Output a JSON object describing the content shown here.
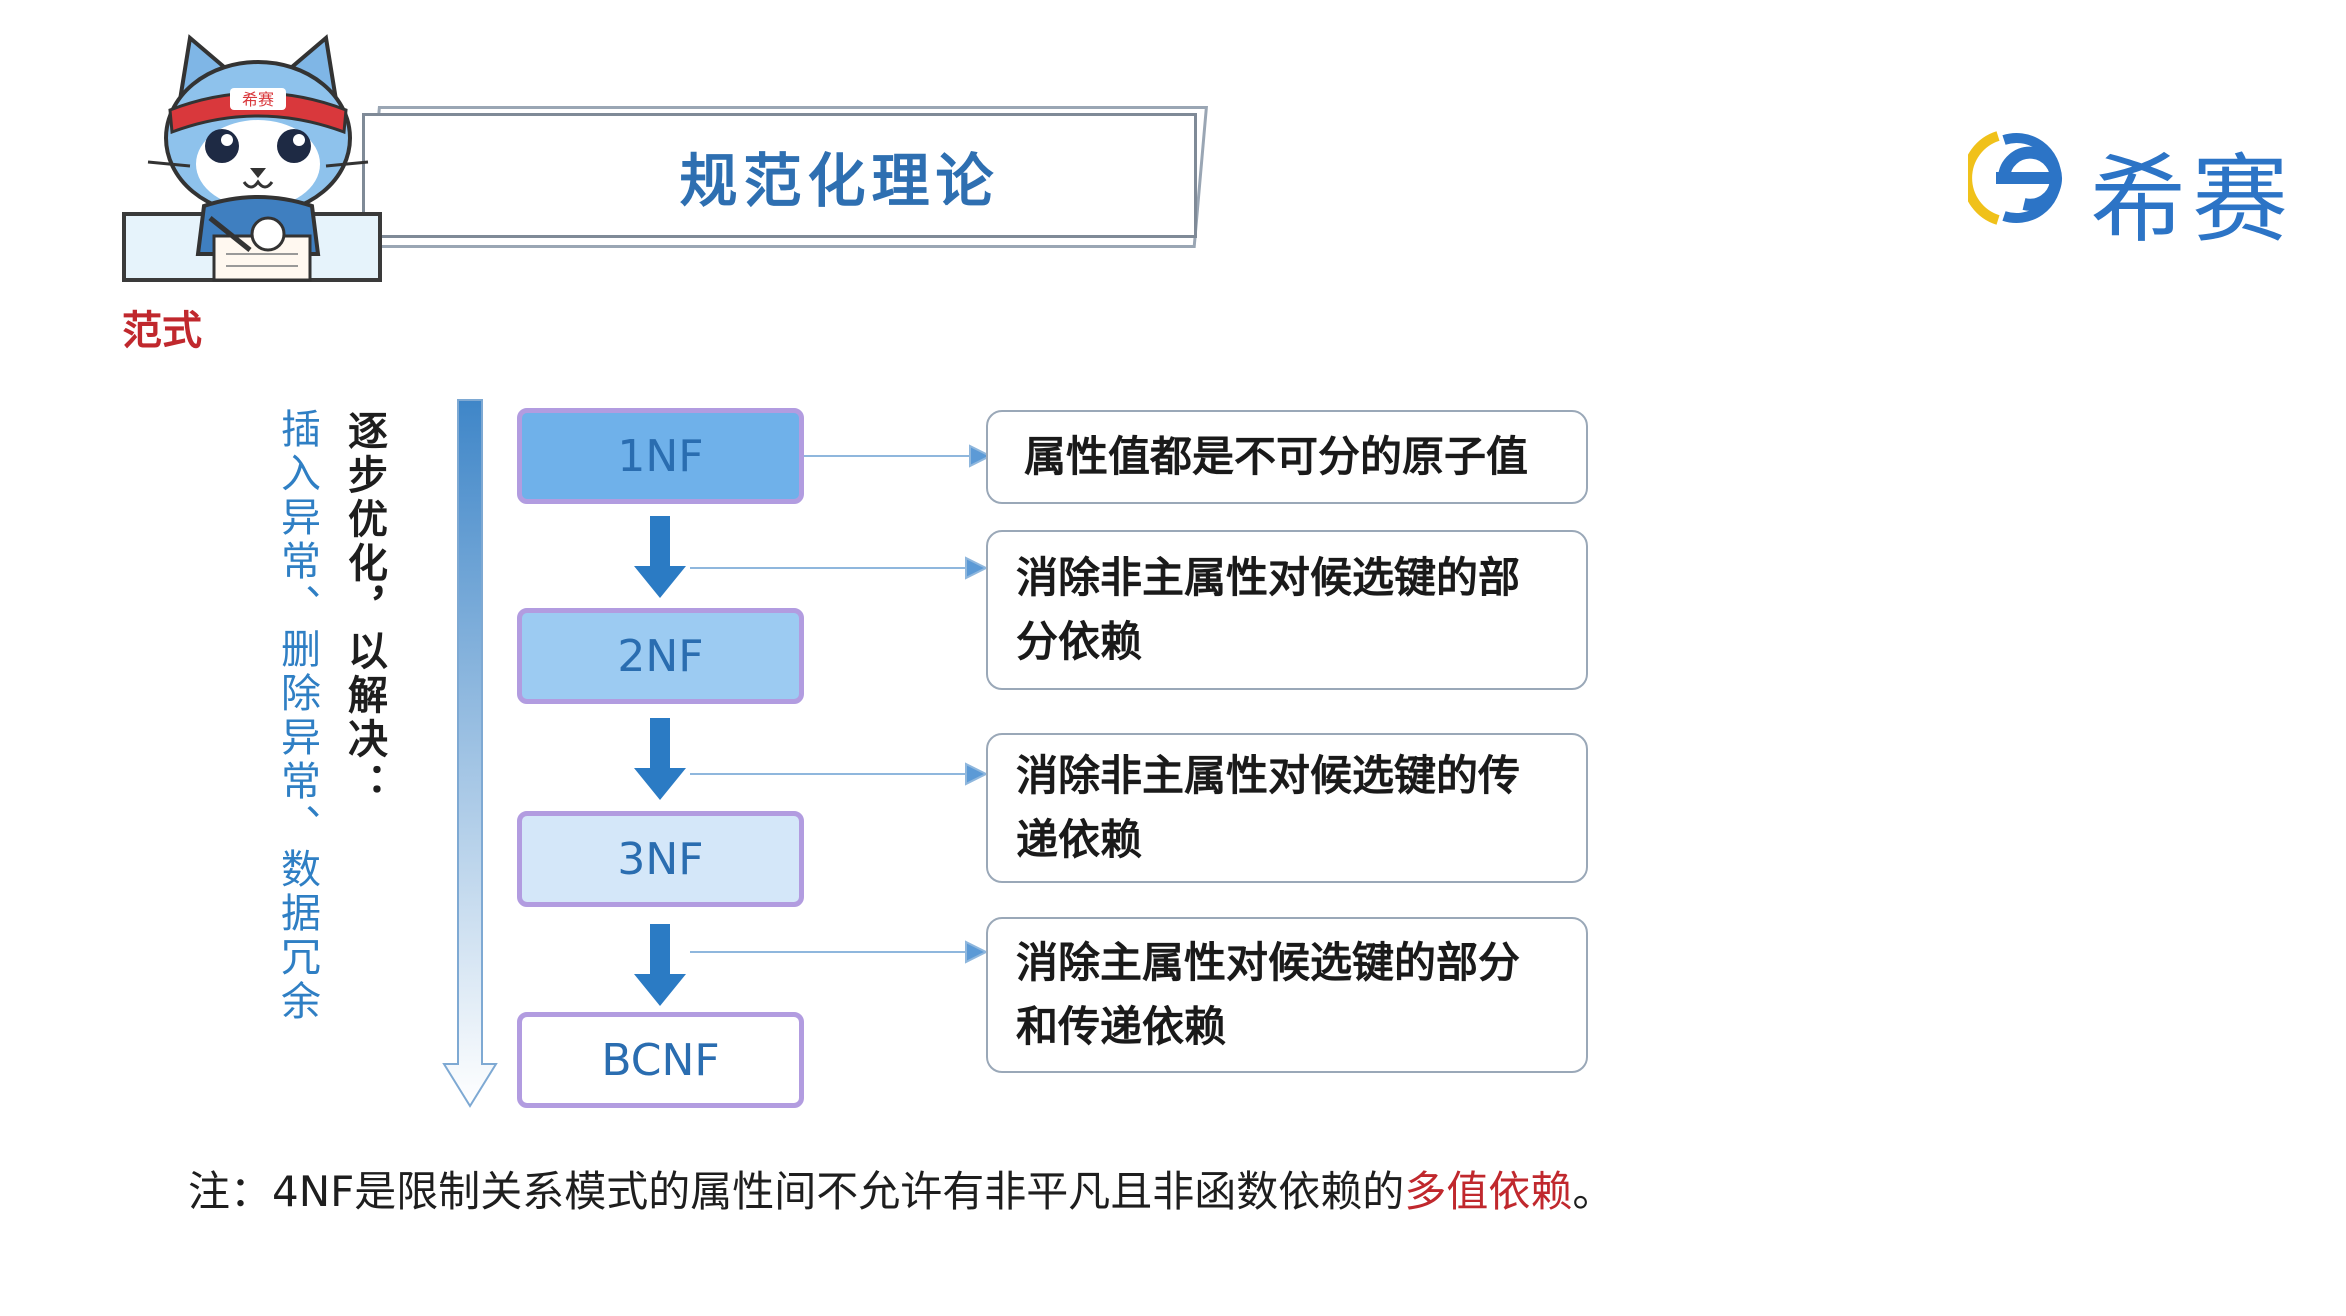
{
  "header": {
    "title": "规范化理论",
    "category": "范式",
    "logo_text": "希赛",
    "mascot_headband_text": "希赛"
  },
  "captions": {
    "left": "插入异常、删除异常、数据冗余",
    "right": "逐步优化，以解决："
  },
  "normal_forms": [
    {
      "label": "1NF",
      "description": "属性值都是不可分的原子值"
    },
    {
      "label": "2NF",
      "description": "消除非主属性对候选键的部分依赖"
    },
    {
      "label": "3NF",
      "description": "消除非主属性对候选键的传递依赖"
    },
    {
      "label": "BCNF",
      "description": "消除主属性对候选键的部分和传递依赖"
    }
  ],
  "note": {
    "prefix": "注：4NF是限制关系模式的属性间不允许有非平凡且非函数依赖的",
    "highlight": "多值依赖",
    "suffix": "。"
  },
  "colors": {
    "title_blue": "#2e6fb1",
    "accent_red": "#c0282d",
    "box_border": "#b29ce0",
    "arrow_blue": "#2b7bc4"
  }
}
